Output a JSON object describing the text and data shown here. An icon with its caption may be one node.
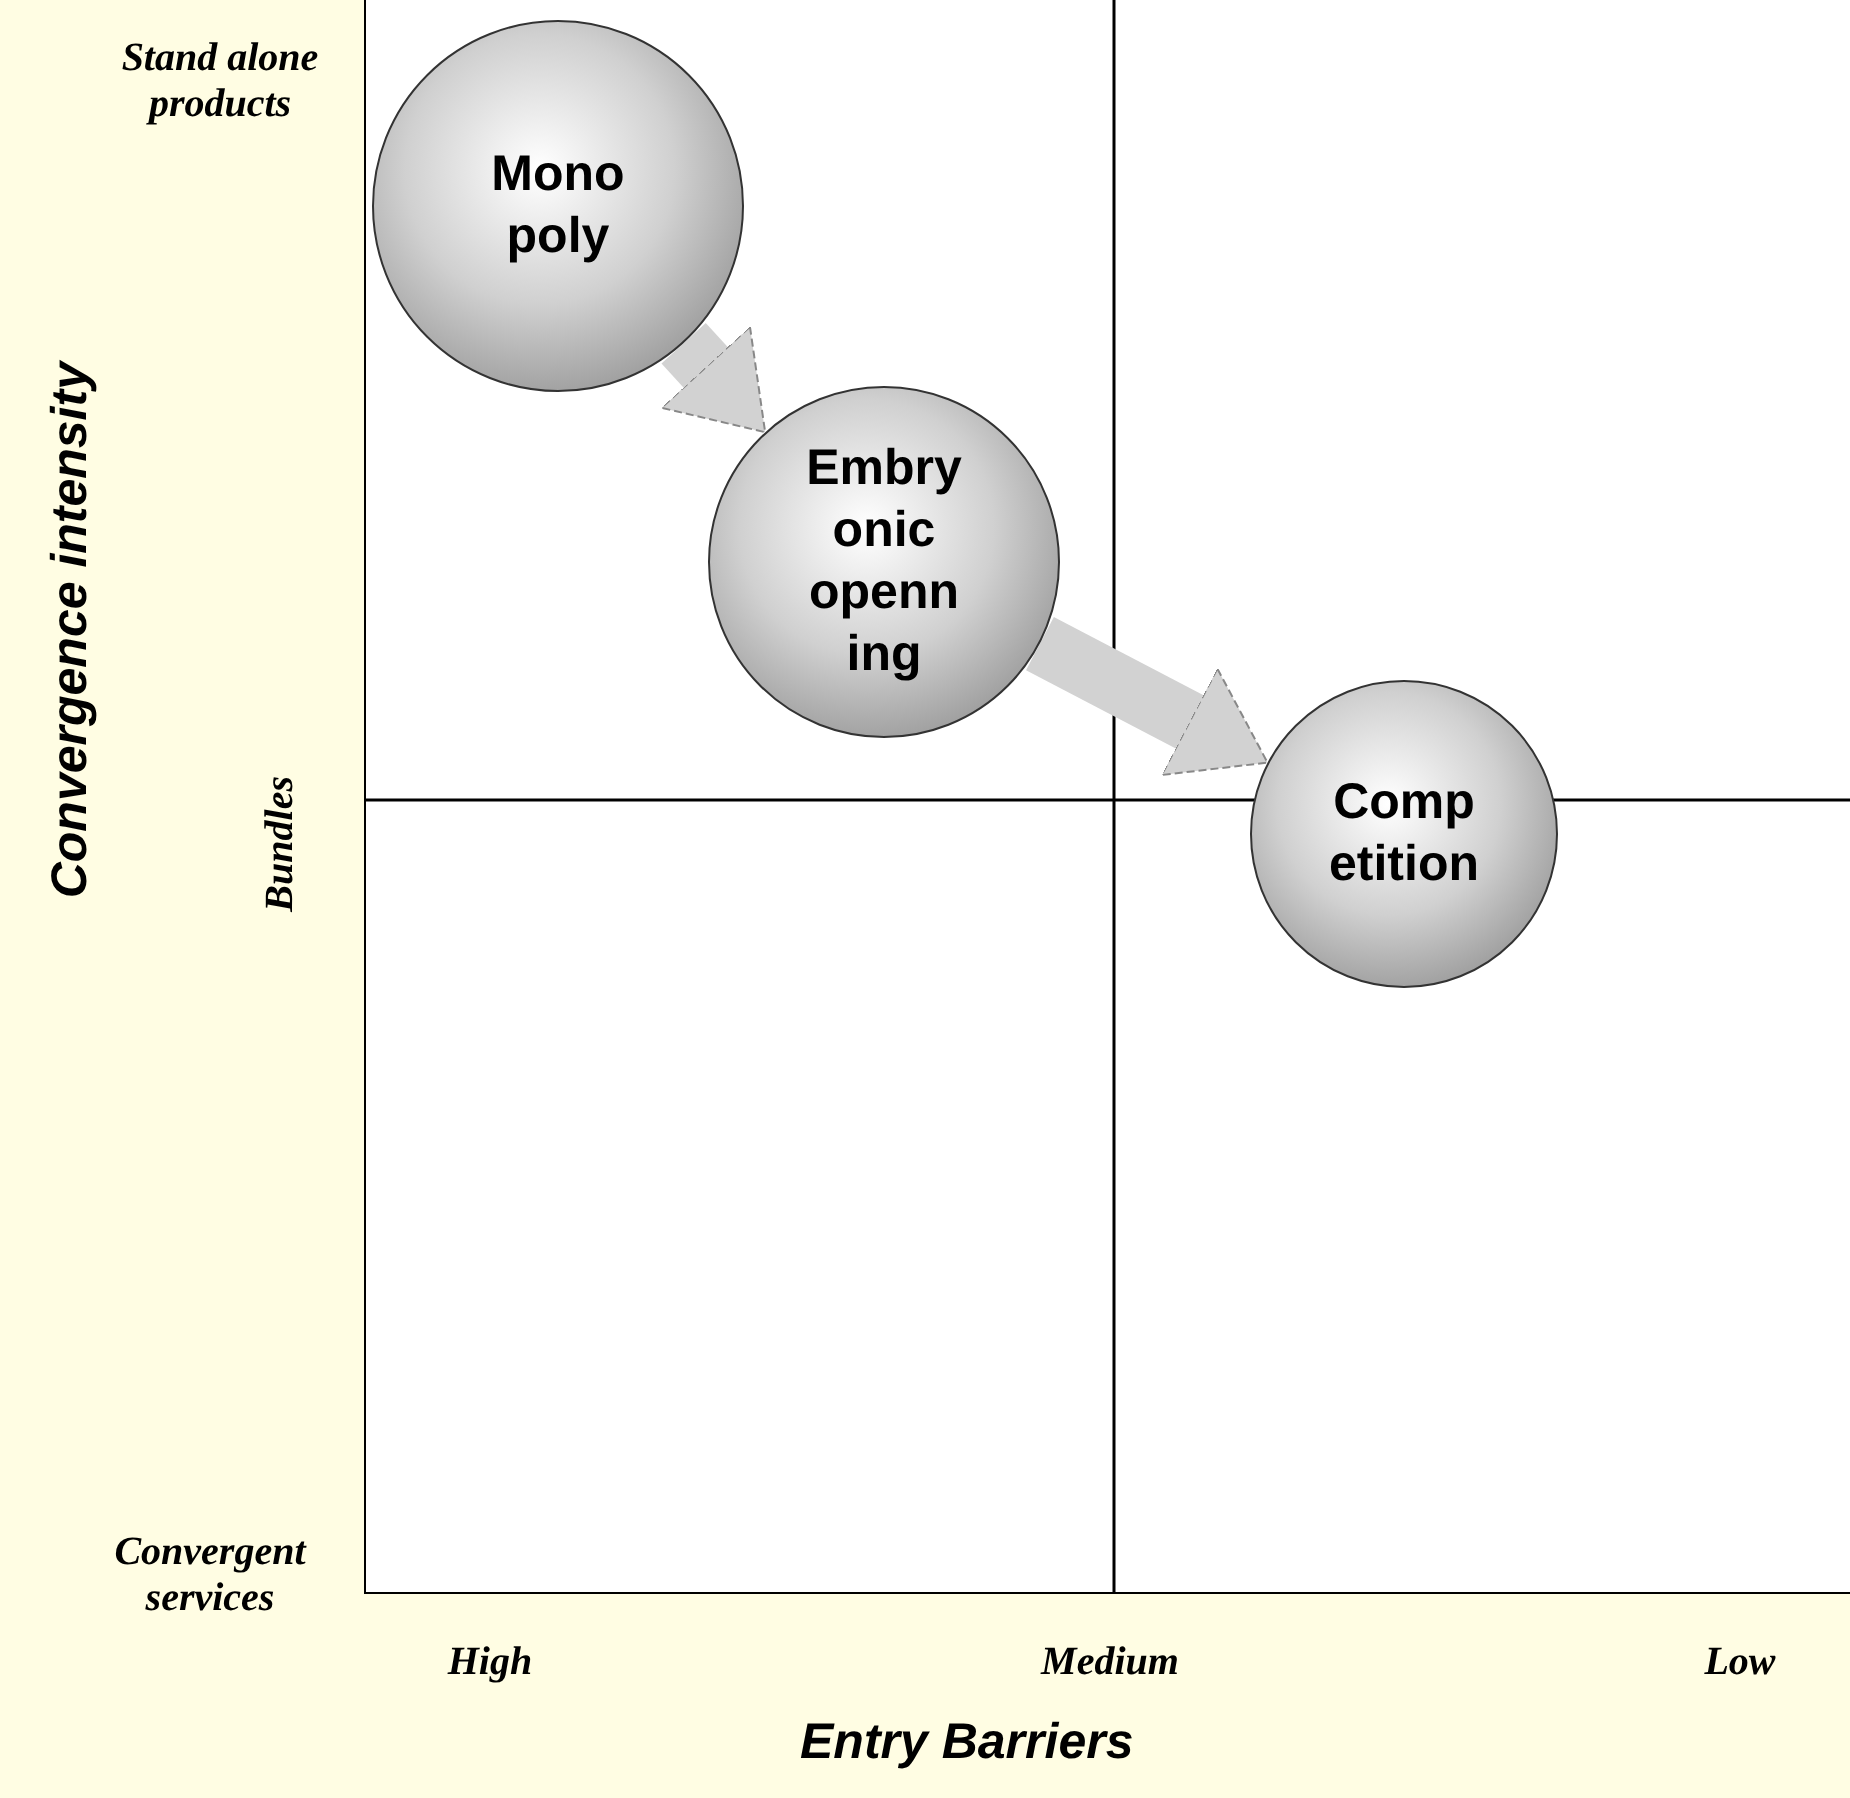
{
  "diagram": {
    "nodes": [
      {
        "text": [
          "Mono poly"
        ]
      },
      {
        "text": [
          "Embry onic openn ing"
        ]
      },
      {
        "text": [
          "Comp etition"
        ]
      }
    ],
    "edges": [
      {
        "from": 0,
        "to": 1,
        "arrow": "to"
      },
      {
        "from": 1,
        "to": 2,
        "arrow": "to"
      }
    ],
    "labels": [
      "Stand alone products",
      "Convergence intensity",
      "Bundles",
      "Convergent services",
      "High",
      "Medium",
      "Low",
      "Entry Barriers"
    ]
  }
}
